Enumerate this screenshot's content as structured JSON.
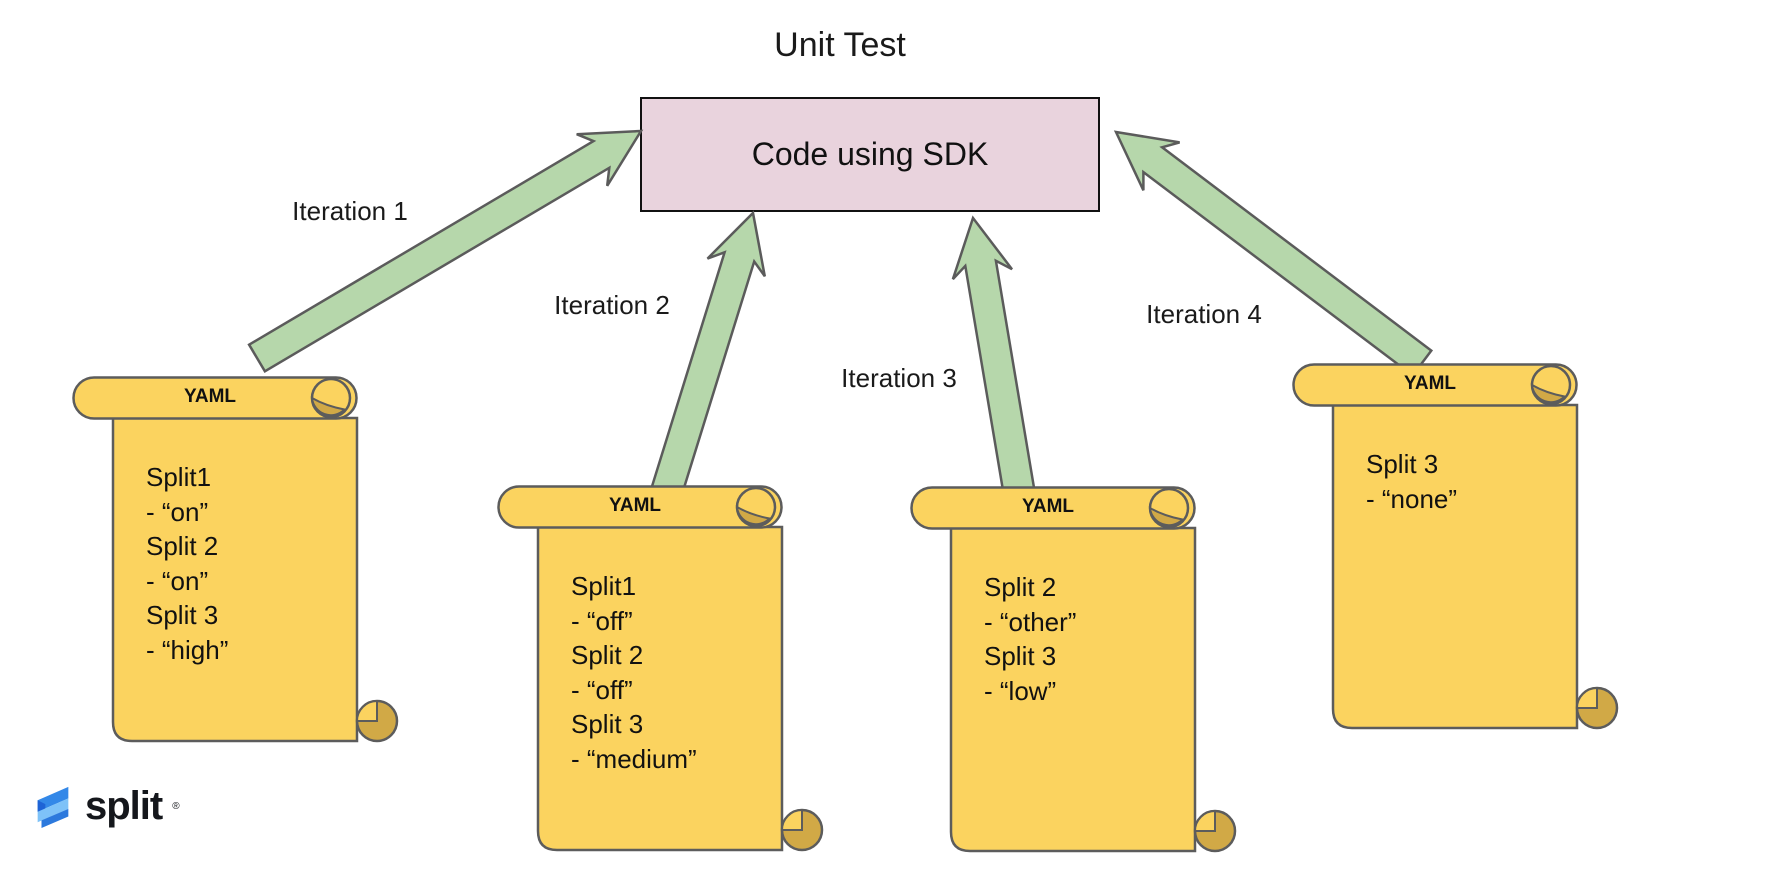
{
  "title": "Unit Test",
  "box_label": "Code using SDK",
  "iterations": [
    {
      "label": "Iteration 1"
    },
    {
      "label": "Iteration 2"
    },
    {
      "label": "Iteration 3"
    },
    {
      "label": "Iteration 4"
    }
  ],
  "scrolls": [
    {
      "header": "YAML",
      "lines": [
        "Split1",
        " - “on”",
        "Split 2",
        "- “on”",
        "Split 3",
        "- “high”"
      ]
    },
    {
      "header": "YAML",
      "lines": [
        "Split1",
        " - “off”",
        "Split 2",
        "- “off”",
        "Split 3",
        "- “medium”"
      ]
    },
    {
      "header": "YAML",
      "lines": [
        "Split 2",
        "- “other”",
        "Split 3",
        "- “low”"
      ]
    },
    {
      "header": "YAML",
      "lines": [
        "Split 3",
        "- “none”"
      ]
    }
  ],
  "logo": {
    "text": "split",
    "registered": "®"
  },
  "colors": {
    "scroll_fill": "#FBD35F",
    "scroll_curl": "#D1A946",
    "scroll_stroke": "#5C5C5C",
    "arrow_fill": "#B6D7AB",
    "arrow_stroke": "#5B5B5B",
    "box_fill": "#E9D3DD",
    "box_border": "#111111"
  }
}
